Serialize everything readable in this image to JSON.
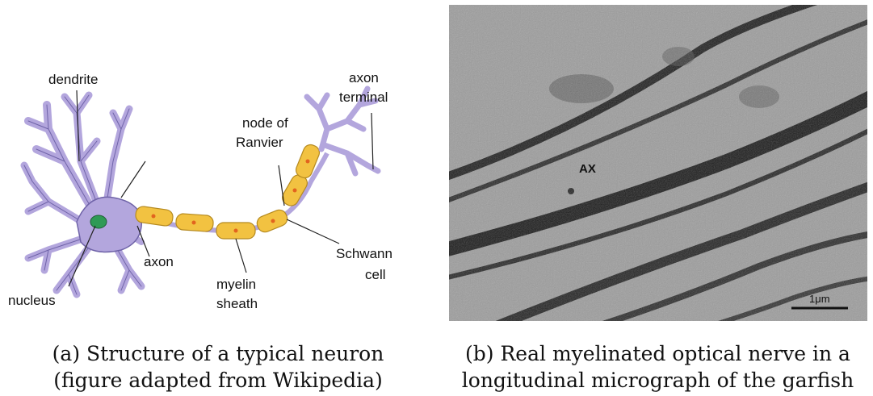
{
  "panel_a": {
    "labels": {
      "dendrite": "dendrite",
      "axon_terminal_1": "axon",
      "axon_terminal_2": "terminal",
      "node_1": "node of",
      "node_2": "Ranvier",
      "axon": "axon",
      "schwann_1": "Schwann",
      "schwann_2": "cell",
      "myelin_1": "myelin",
      "myelin_2": "sheath",
      "nucleus": "nucleus"
    },
    "caption_line1": "(a) Structure of a typical neuron",
    "caption_line2": "(figure adapted from Wikipedia)"
  },
  "panel_b": {
    "label_ax": "AX",
    "scale_bar": "1μm",
    "caption_line1": "(b) Real myelinated optical nerve in a",
    "caption_line2": "longitudinal micrograph of the garfish"
  },
  "colors": {
    "cell_body": "#b3a6dd",
    "cell_outline": "#6f63a8",
    "nucleus": "#2f9a55",
    "myelin": "#f2c241",
    "myelin_outline": "#b58a20",
    "myelin_dot": "#e2641e"
  }
}
